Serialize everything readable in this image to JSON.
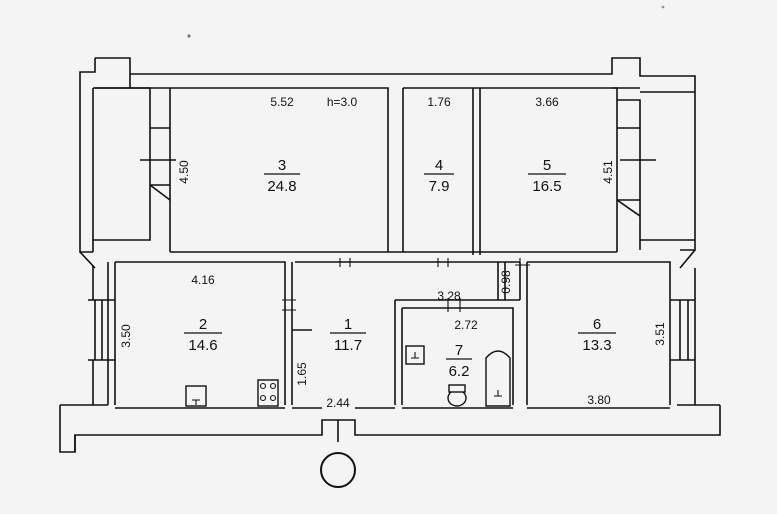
{
  "ceiling_height": "h=3.0",
  "rooms": [
    {
      "id": "room-1",
      "number": "1",
      "area": "11.7"
    },
    {
      "id": "room-2",
      "number": "2",
      "area": "14.6"
    },
    {
      "id": "room-3",
      "number": "3",
      "area": "24.8"
    },
    {
      "id": "room-4",
      "number": "4",
      "area": "7.9"
    },
    {
      "id": "room-5",
      "number": "5",
      "area": "16.5"
    },
    {
      "id": "room-6",
      "number": "6",
      "area": "13.3"
    },
    {
      "id": "room-7",
      "number": "7",
      "area": "6.2"
    }
  ],
  "dimensions": {
    "room3_width": "5.52",
    "room3_depth": "4.50",
    "room4_width": "1.76",
    "room5_width": "3.66",
    "room5_depth": "4.51",
    "room2_width": "4.16",
    "room2_depth": "3.50",
    "bath_width": "3.28",
    "bath_inner": "2.72",
    "corridor_step": "0.98",
    "hall_depth": "1.65",
    "hall_width": "2.44",
    "room6_depth": "3.51",
    "room6_width": "3.80"
  }
}
